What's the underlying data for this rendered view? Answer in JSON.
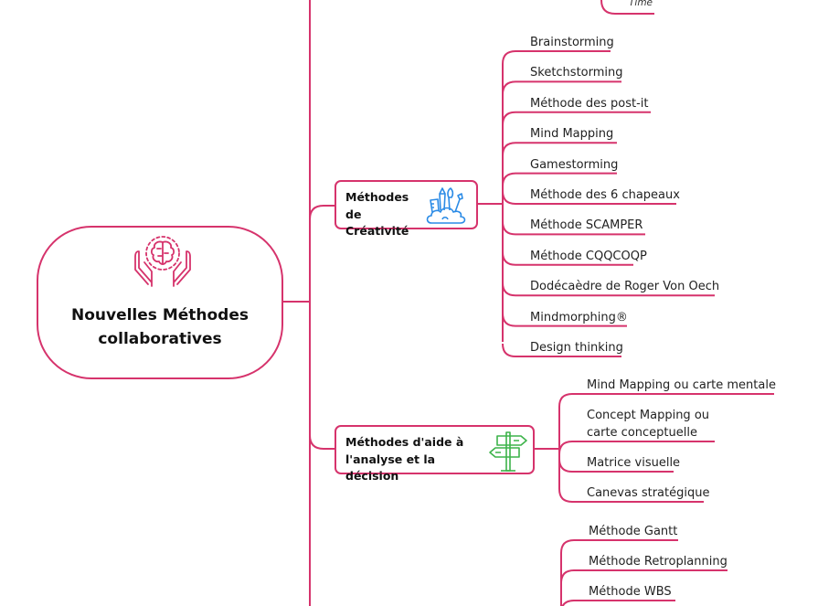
{
  "central": {
    "title": "Nouvelles Méthodes collaboratives",
    "icon": "brain-in-hands-icon"
  },
  "top_partial": {
    "label": "Time"
  },
  "branches": [
    {
      "label": "Méthodes de Créativité",
      "icon": "art-supplies-cloud-icon",
      "icon_color": "#2b8be6",
      "children": [
        "Brainstorming",
        "Sketchstorming",
        "Méthode des post-it",
        "Mind Mapping",
        "Gamestorming",
        "Méthode des 6 chapeaux",
        "Méthode SCAMPER",
        "Méthode CQQCOQP",
        "Dodécaèdre de Roger Von Oech",
        "Mindmorphing®",
        "Design thinking"
      ]
    },
    {
      "label": "Méthodes d'aide à l'analyse et la décision",
      "icon": "signpost-icon",
      "icon_color": "#3db34a",
      "children": [
        "Mind Mapping ou carte mentale",
        "Concept Mapping ou carte conceptuelle",
        "Matrice visuelle",
        "Canevas stratégique"
      ]
    },
    {
      "label": "",
      "children": [
        "Méthode Gantt",
        "Méthode Retroplanning",
        "Méthode WBS"
      ]
    }
  ],
  "colors": {
    "line": "#d6336c",
    "text": "#222222"
  }
}
